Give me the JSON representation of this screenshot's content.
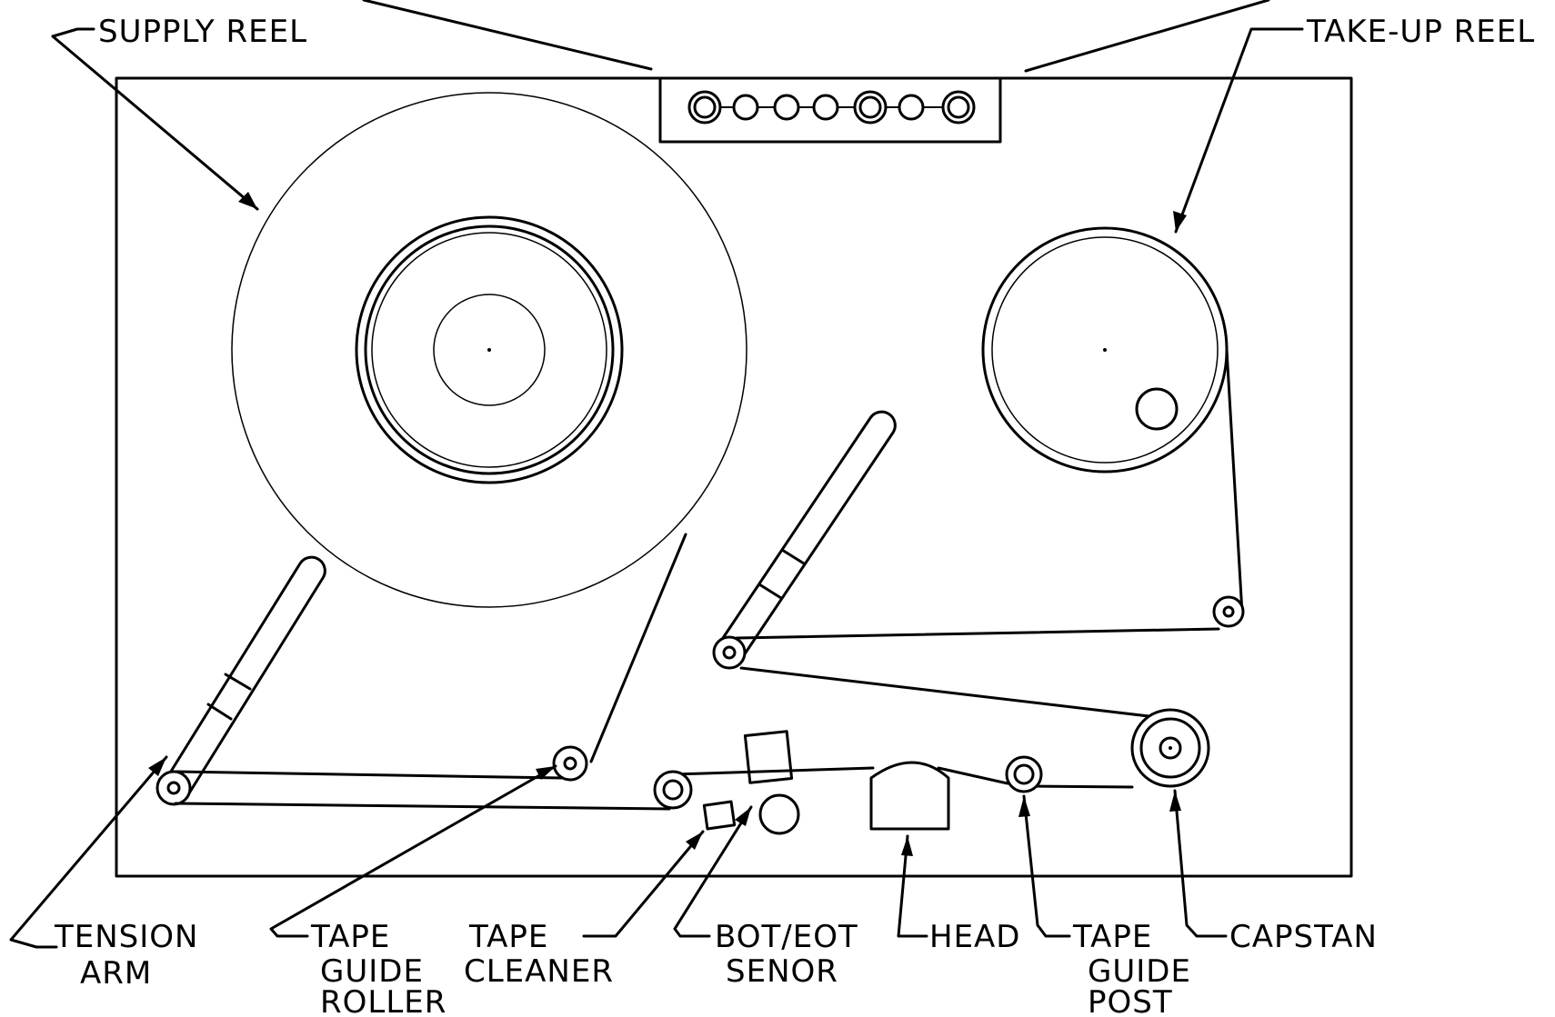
{
  "labels": {
    "supply_reel": "SUPPLY REEL",
    "take_up_reel": "TAKE-UP REEL",
    "tension_arm": [
      "TENSION",
      "ARM"
    ],
    "tape_guide_roller": [
      "TAPE",
      "GUIDE",
      "ROLLER"
    ],
    "tape_cleaner": [
      "TAPE",
      "CLEANER"
    ],
    "bot_eot_sensor": [
      "BOT/EOT",
      "SENOR"
    ],
    "head": "HEAD",
    "tape_guide_post": [
      "TAPE",
      "GUIDE",
      "POST"
    ],
    "capstan": "CAPSTAN"
  }
}
